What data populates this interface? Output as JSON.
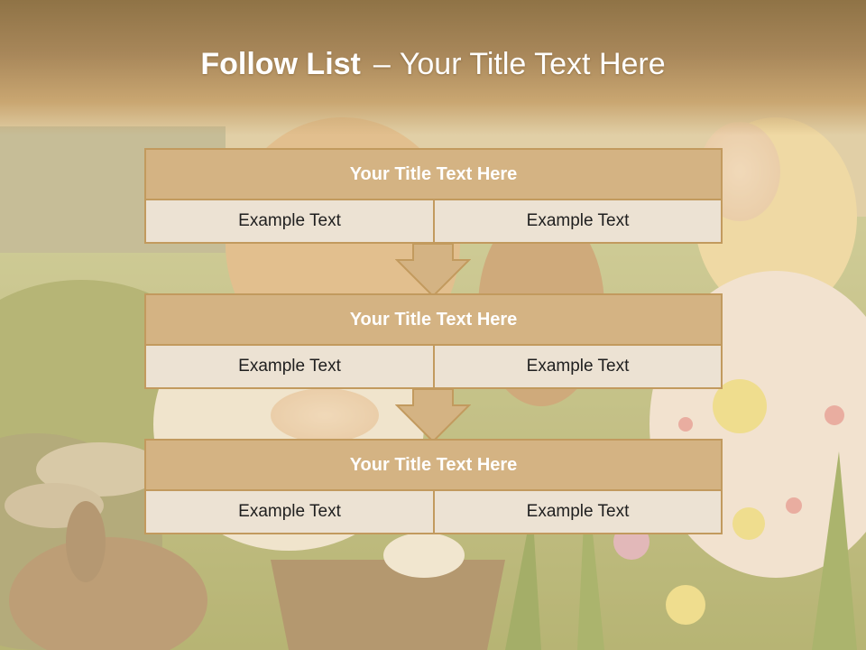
{
  "title": {
    "bold": "Follow List",
    "dash": "–",
    "rest": "Your Title Text Here"
  },
  "blocks": [
    {
      "heading": "Your Title Text Here",
      "left": "Example Text",
      "right": "Example Text"
    },
    {
      "heading": "Your Title Text Here",
      "left": "Example Text",
      "right": "Example Text"
    },
    {
      "heading": "Your Title Text Here",
      "left": "Example Text",
      "right": "Example Text"
    }
  ],
  "colors": {
    "header": "#a8875a",
    "block_heading": "#d4b383",
    "block_cell": "#ece2d3",
    "border": "#c29a5e",
    "arrow": "#d4b383"
  }
}
